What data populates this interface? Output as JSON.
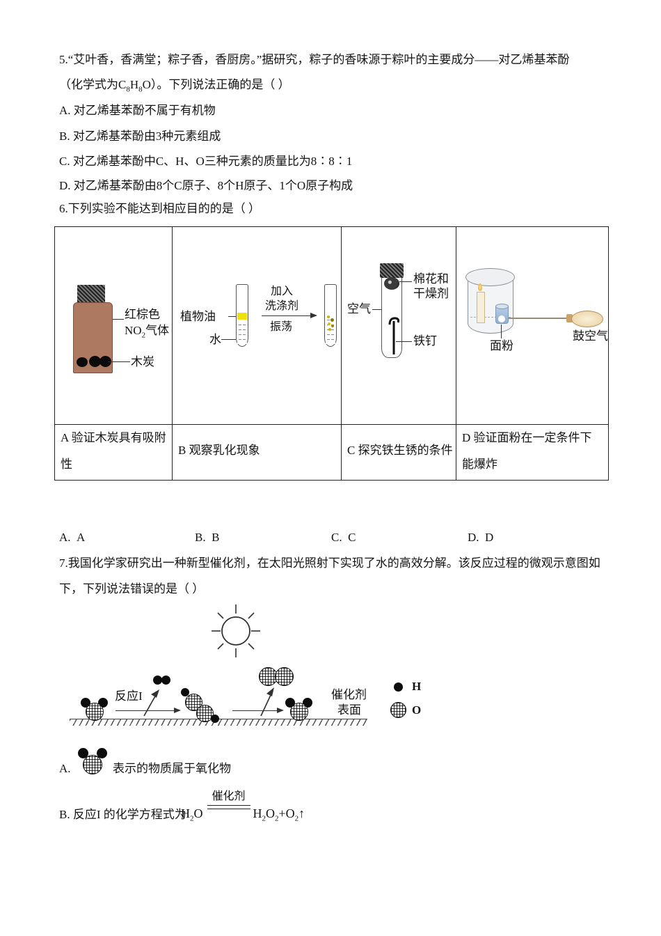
{
  "colors": {
    "bottle_brown": "#ad7a61",
    "oil_yellow": "#efe10a",
    "cup_blue": "#a9c3de",
    "bulb_tan": "#f2e2c3"
  },
  "q5": {
    "line1": "5.“艾叶香，香满堂；粽子香，香厨房。”据研究，粽子的香味源于粽叶的主要成分——对乙烯基苯酚",
    "formula_pre": "（化学式为C",
    "formula_sub1": "8",
    "formula_mid": "H",
    "formula_sub2": "8",
    "formula_post": "O）。下列说法正确的是（ ）",
    "optA": "A. 对乙烯基苯酚不属于有机物",
    "optB": "B. 对乙烯基苯酚由3种元素组成",
    "optC": "C. 对乙烯基苯酚中C、H、O三种元素的质量比为8∶8∶1",
    "optD": "D. 对乙烯基苯酚由8个C原子、8个H原子、1个O原子构成"
  },
  "q6": {
    "stem": "6.下列实验不能达到相应目的的是（ ）",
    "cellA": {
      "gas1": "红棕色",
      "gas2_pre": "NO",
      "gas2_sub": "2",
      "gas2_post": "气体",
      "charcoal": "木炭",
      "caption": "A 验证木炭具有吸附性"
    },
    "cellB": {
      "oil": "植物油",
      "water": "水",
      "step1": "加入",
      "step2": "洗涤剂",
      "step3": "振荡",
      "caption": "B 观察乳化现象"
    },
    "cellC": {
      "cotton1": "棉花和",
      "cotton2": "干燥剂",
      "air": "空气",
      "nail": "铁钉",
      "caption": "C 探究铁生锈的条件"
    },
    "cellD": {
      "flour": "面粉",
      "pump": "鼓空气",
      "caption": "D 验证面粉在一定条件下能爆炸"
    },
    "ansA": "A.  A",
    "ansB": "B.  B",
    "ansC": "C.  C",
    "ansD": "D.  D"
  },
  "q7": {
    "line1": "7.我国化学家研究出一种新型催化剂，在太阳光照射下实现了水的高效分解。该反应过程的微观示意图如",
    "line2": "下，下列说法错误的是（ ）",
    "diagram": {
      "reaction1": "反应I",
      "surface1": "催化剂",
      "surface2": "表面",
      "legend_h": "H",
      "legend_o": "O"
    },
    "optA_label": "A.",
    "optA_text": "表示的物质属于氧化物",
    "optB_label": "B. 反应I 的化学方程式为",
    "eq": {
      "l1": "H",
      "ls1": "2",
      "l2": "O",
      "cond": "催化剂",
      "r1": "H",
      "rs1": "2",
      "r2": "O",
      "rs2": "2",
      "r3": "+O",
      "rs3": "2",
      "r4": "↑"
    }
  }
}
